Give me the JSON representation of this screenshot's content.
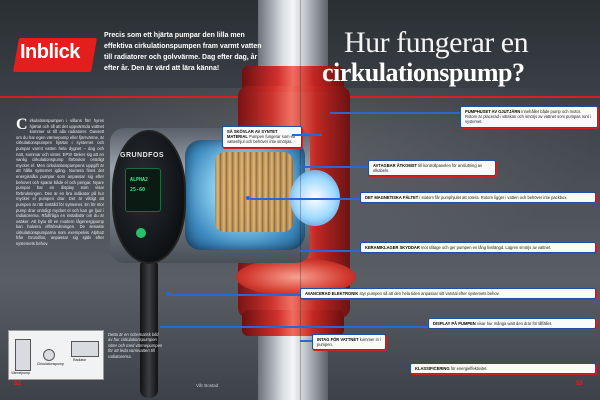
{
  "badge": {
    "label": "Inblick"
  },
  "title": {
    "line1": "Hur fungerar en",
    "line2": "cirkulationspump?"
  },
  "lede": "Precis som ett hjärta pumpar den lilla men effektiva cirkulationspumpen fram varmt vatten till radiatorer och golvvärme. Dag efter dag, år efter år. Den är värd att lära känna!",
  "pump": {
    "brand": "GRUNDFOS",
    "display_line1": "ALPHA2",
    "display_line2": "25-60"
  },
  "body": {
    "dropcap": "C",
    "text": "irkulationspumpen i villans förr hyres hjärtat och till att det uppvärmda vattnet kommer ut till alla radiatorer. Oavsett om du har egen värmepump eller fjärrvärme, är cirkulationspumpen hjärtat i systemet och pumpar varmt vatten hela dygnet – dag och natt, sommar och vinter. EPS! tänker sig att en vanlig cirkulationspump förbrukar onödigt mycket el. Men cirkulationspumpens uppgift är att hålla systemet igång. Numera finns det energisnåla pumpar som anpassar sig efter behovet och sparar både el och pengar. Nyare pumpar har en display som visar förbrukningen. Den är en bra indikator på hur mycket el pumpen drar. Det är viktigt att pumpen är rätt inställd för systemet. En för stor pump drar onödigt mycket el och kan ge ljud i radiatorerna. Rådfråga en installatör om du är osäker. Att byta till en modern lågenergipump kan halvera elförbrukningen. De senaste cirkulationspumparna som exempelvis Alpha2 från Grundfos, anpassar sig själv efter systemets behov."
  },
  "caption": "Detta är en schematisk bild av hur cirkulationspumpen sitter och med värmepumpen för att leda varmvatten till radiatorerna.",
  "mini_diagram": {
    "label1": "Värmepump",
    "label2": "Cirkulationspump",
    "label3": "Radiator"
  },
  "callouts": [
    {
      "title": "SÅ SKÖVLAR AV SYNTET MATERIAL",
      "text": "Pumpen fungerar som ett vattenhjul och behöver inte smörjas."
    },
    {
      "title": "PUMPHUSET AV GJUTJÄRN",
      "text": "innehåller både pump och motor. Rotorn är placerad i vätskan och smörjs av vattnet som pumpas runt i systemet."
    },
    {
      "title": "AVTAGBAR ÅTKOMST",
      "text": "till kontrollpanelen för anslutning av elkabeln."
    },
    {
      "title": "DET MAGNETISKA FÄLTET",
      "text": "i statorn får pumphjulet att rotera. Rotorn ligger i vatten och behöver inte packbox."
    },
    {
      "title": "KERAMIKLAGER SKYDDAR",
      "text": "mot slitage och ger pumpen en lång livslängd. Lagren smörjs av vattnet."
    },
    {
      "title": "AVANCERAD ELEKTRONIK",
      "text": "styr pumpen så att den hela tiden anpassar sitt varvtal efter systemets behov."
    },
    {
      "title": "INTAG FÖR VATTNET",
      "text": "kommer in i pumpen."
    },
    {
      "title": "DISPLAY PÅ PUMPEN",
      "text": "visar hur många watt den drar för tillfället."
    },
    {
      "title": "KLASSIFICERING",
      "text": "för energieffektivitet."
    }
  ],
  "footer": {
    "left_page": "52",
    "right_page": "53",
    "magazine": "Vår Bostad"
  }
}
